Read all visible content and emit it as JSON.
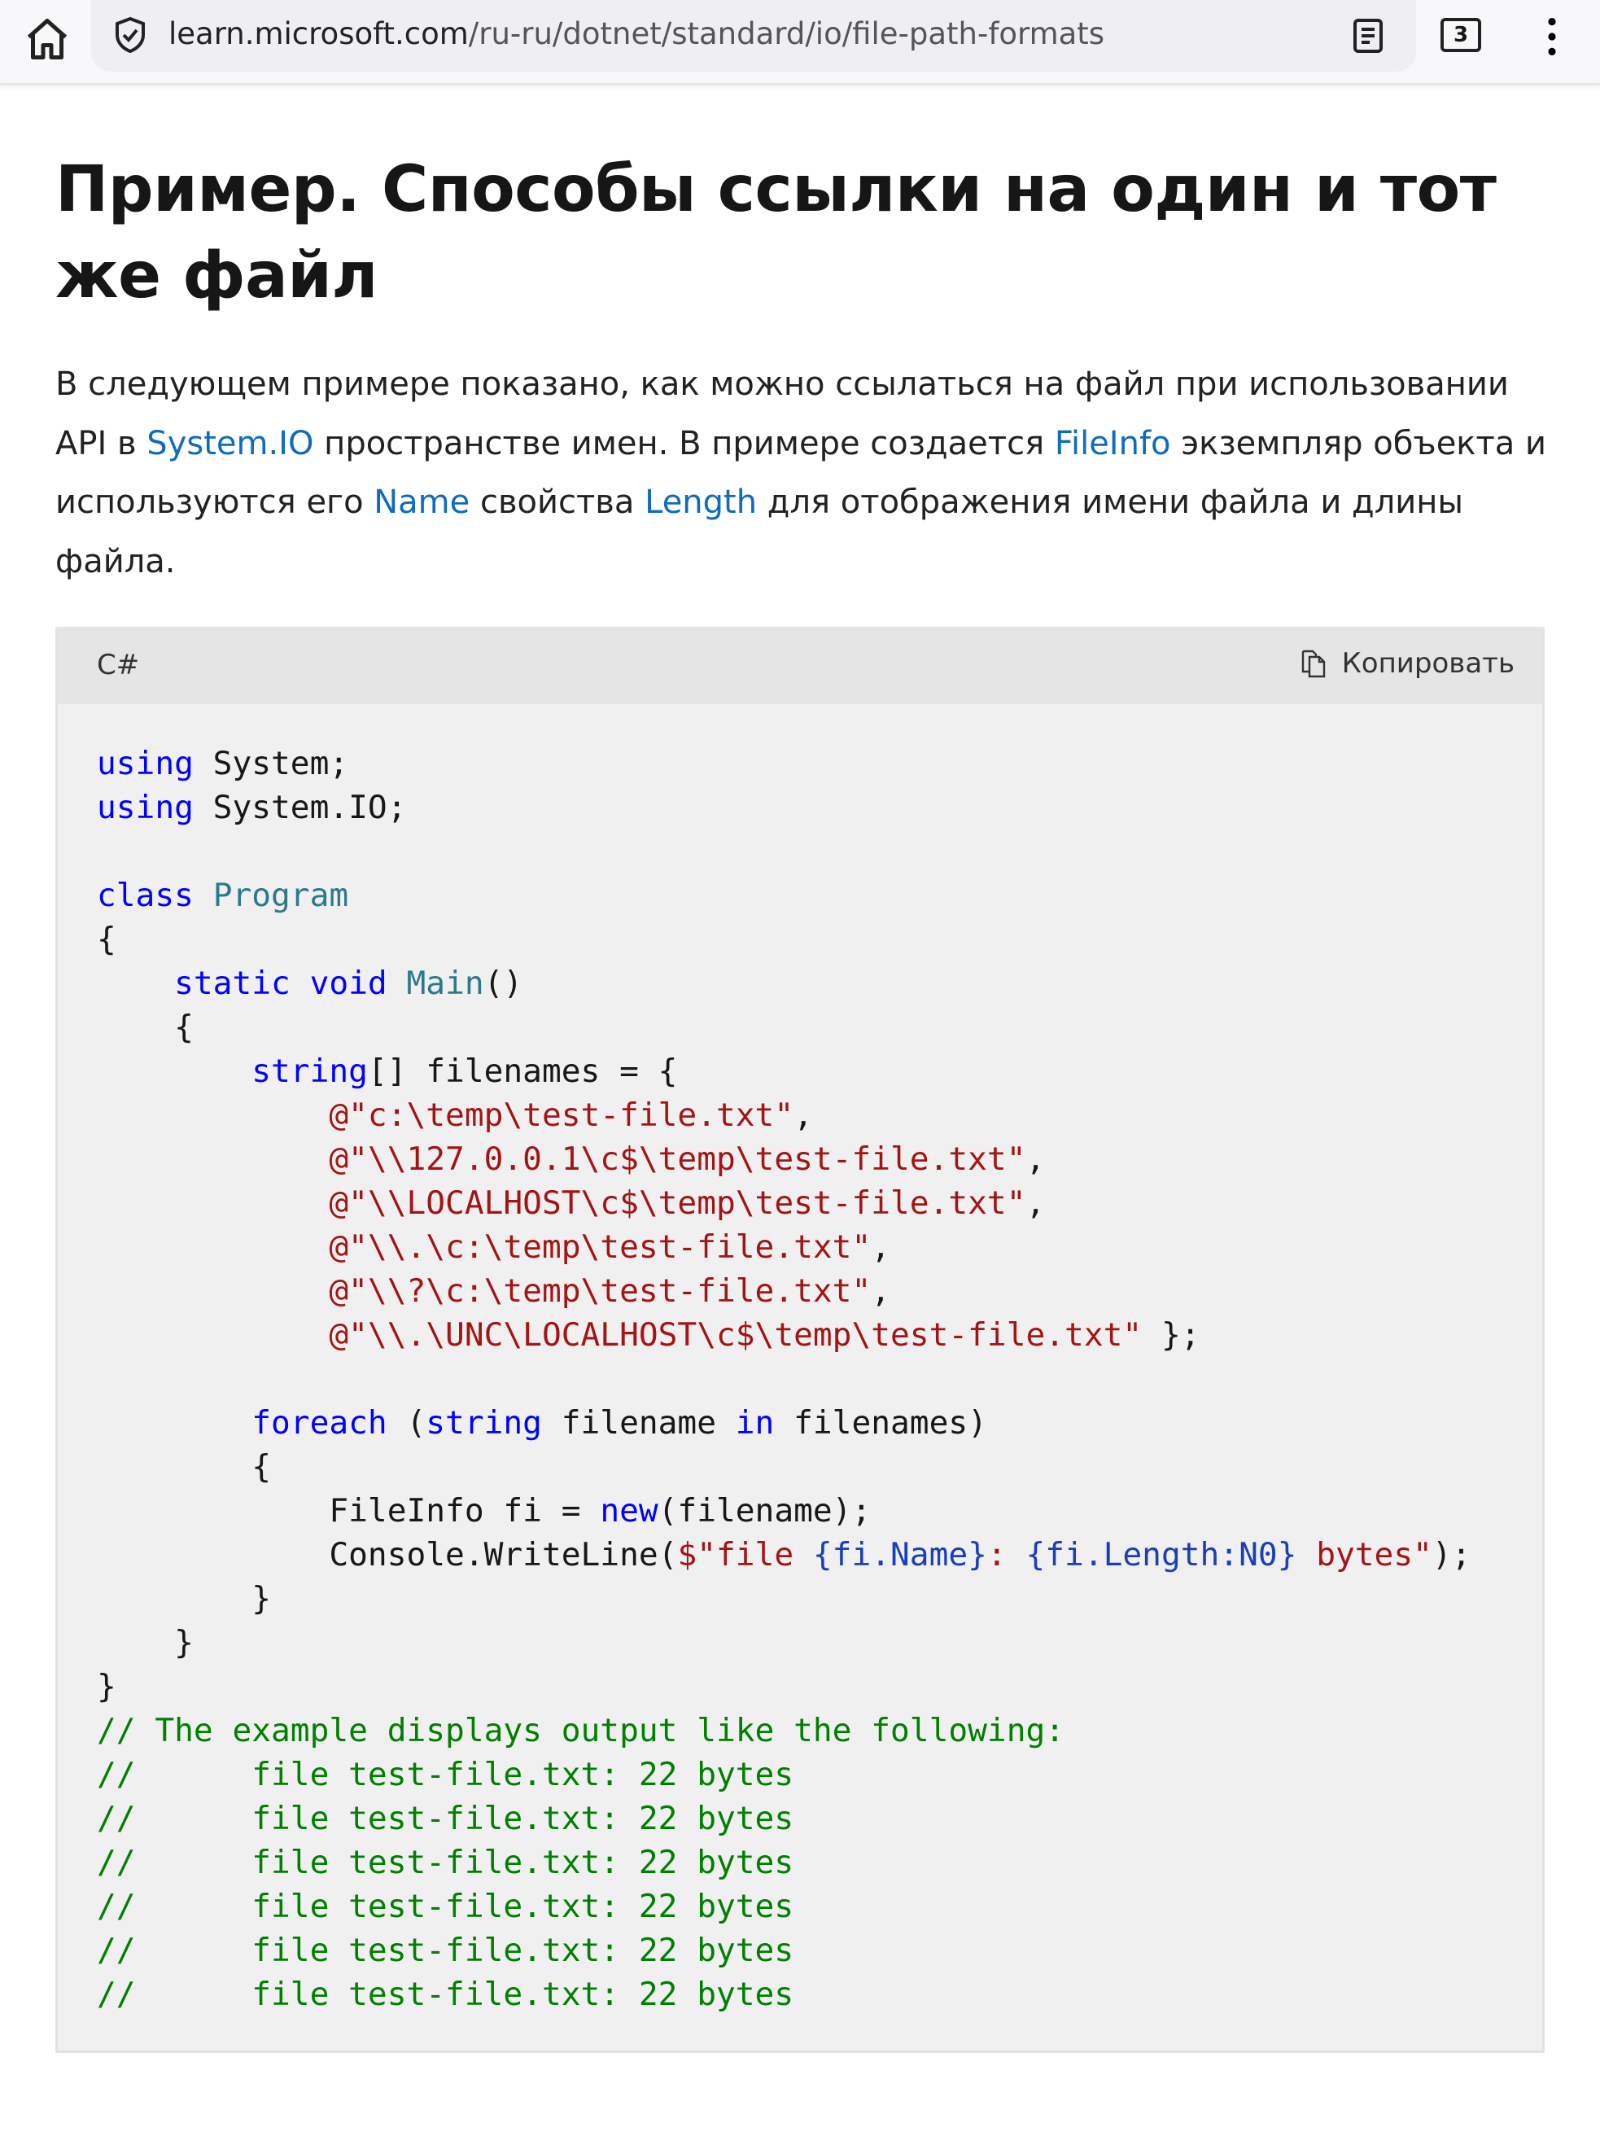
{
  "browser": {
    "url_domain": "learn.microsoft.com",
    "url_path": "/ru-ru/dotnet/standard/io/file-path-formats",
    "tab_count": "3"
  },
  "article": {
    "title": "Пример. Способы ссылки на один и тот же файл",
    "paragraph": [
      {
        "t": "text",
        "v": "В следующем примере показано, как можно ссылаться на файл при использовании API в "
      },
      {
        "t": "link",
        "v": "System.IO"
      },
      {
        "t": "text",
        "v": " пространстве имен. В примере создается "
      },
      {
        "t": "link",
        "v": "FileInfo"
      },
      {
        "t": "text",
        "v": " экземпляр объекта и используются его "
      },
      {
        "t": "link",
        "v": "Name"
      },
      {
        "t": "text",
        "v": " свойства "
      },
      {
        "t": "link",
        "v": "Length"
      },
      {
        "t": "text",
        "v": " для отображения имени файла и длины файла."
      }
    ]
  },
  "code": {
    "language": "C#",
    "copy_label": "Копировать",
    "lines": [
      [
        [
          "kw",
          "using"
        ],
        [
          "tx",
          " System;"
        ]
      ],
      [
        [
          "kw",
          "using"
        ],
        [
          "tx",
          " System.IO;"
        ]
      ],
      [],
      [
        [
          "kw",
          "class"
        ],
        [
          "tx",
          " "
        ],
        [
          "ty",
          "Program"
        ]
      ],
      [
        [
          "tx",
          "{"
        ]
      ],
      [
        [
          "tx",
          "    "
        ],
        [
          "kw",
          "static"
        ],
        [
          "tx",
          " "
        ],
        [
          "kw",
          "void"
        ],
        [
          "tx",
          " "
        ],
        [
          "ty",
          "Main"
        ],
        [
          "tx",
          "()"
        ]
      ],
      [
        [
          "tx",
          "    {"
        ]
      ],
      [
        [
          "tx",
          "        "
        ],
        [
          "kw",
          "string"
        ],
        [
          "tx",
          "[] filenames = {"
        ]
      ],
      [
        [
          "tx",
          "            "
        ],
        [
          "st",
          "@\"c:\\temp\\test-file.txt\""
        ],
        [
          "tx",
          ","
        ]
      ],
      [
        [
          "tx",
          "            "
        ],
        [
          "st",
          "@\"\\\\127.0.0.1\\c$\\temp\\test-file.txt\""
        ],
        [
          "tx",
          ","
        ]
      ],
      [
        [
          "tx",
          "            "
        ],
        [
          "st",
          "@\"\\\\LOCALHOST\\c$\\temp\\test-file.txt\""
        ],
        [
          "tx",
          ","
        ]
      ],
      [
        [
          "tx",
          "            "
        ],
        [
          "st",
          "@\"\\\\.\\c:\\temp\\test-file.txt\""
        ],
        [
          "tx",
          ","
        ]
      ],
      [
        [
          "tx",
          "            "
        ],
        [
          "st",
          "@\"\\\\?\\c:\\temp\\test-file.txt\""
        ],
        [
          "tx",
          ","
        ]
      ],
      [
        [
          "tx",
          "            "
        ],
        [
          "st",
          "@\"\\\\.\\UNC\\LOCALHOST\\c$\\temp\\test-file.txt\""
        ],
        [
          "tx",
          " };"
        ]
      ],
      [],
      [
        [
          "tx",
          "        "
        ],
        [
          "kw",
          "foreach"
        ],
        [
          "tx",
          " ("
        ],
        [
          "kw",
          "string"
        ],
        [
          "tx",
          " filename "
        ],
        [
          "kw",
          "in"
        ],
        [
          "tx",
          " filenames)"
        ]
      ],
      [
        [
          "tx",
          "        {"
        ]
      ],
      [
        [
          "tx",
          "            FileInfo fi = "
        ],
        [
          "kw",
          "new"
        ],
        [
          "tx",
          "(filename);"
        ]
      ],
      [
        [
          "tx",
          "            Console.WriteLine("
        ],
        [
          "st",
          "$\"file "
        ],
        [
          "ip",
          "{fi.Name}"
        ],
        [
          "st",
          ": "
        ],
        [
          "ip",
          "{fi.Length:N0}"
        ],
        [
          "st",
          " bytes\""
        ],
        [
          "tx",
          ");"
        ]
      ],
      [
        [
          "tx",
          "        }"
        ]
      ],
      [
        [
          "tx",
          "    }"
        ]
      ],
      [
        [
          "tx",
          "}"
        ]
      ],
      [
        [
          "cm",
          "// The example displays output like the following:"
        ]
      ],
      [
        [
          "cm",
          "//      file test-file.txt: 22 bytes"
        ]
      ],
      [
        [
          "cm",
          "//      file test-file.txt: 22 bytes"
        ]
      ],
      [
        [
          "cm",
          "//      file test-file.txt: 22 bytes"
        ]
      ],
      [
        [
          "cm",
          "//      file test-file.txt: 22 bytes"
        ]
      ],
      [
        [
          "cm",
          "//      file test-file.txt: 22 bytes"
        ]
      ],
      [
        [
          "cm",
          "//      file test-file.txt: 22 bytes"
        ]
      ]
    ]
  }
}
